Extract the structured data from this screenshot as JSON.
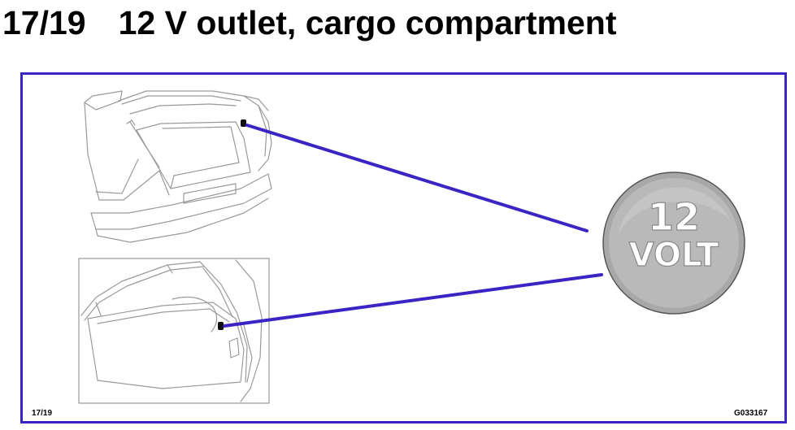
{
  "header": {
    "page_number": "17/19",
    "title": "12 V outlet, cargo compartment"
  },
  "illustration": {
    "badge": {
      "line1": "12",
      "line2": "VOLT"
    }
  },
  "footer": {
    "page_number": "17/19",
    "figure_id": "G033167"
  },
  "colors": {
    "frame": "#3a24c4",
    "leader_lines": "#3a24c4",
    "badge_fill": "#b9b9b9",
    "badge_text": "#ffffff",
    "drawing_lines": "#9a9a9a"
  },
  "icons": [
    "power-outlet-icon"
  ]
}
